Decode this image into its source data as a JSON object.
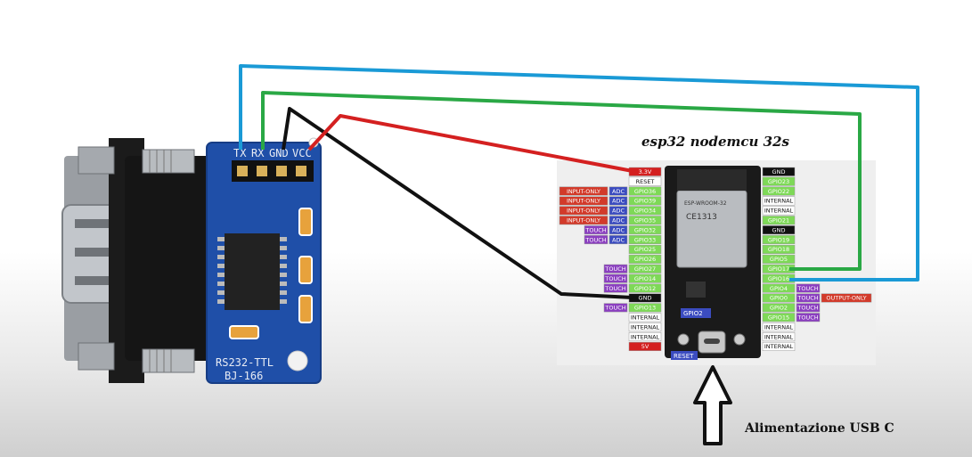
{
  "title": "esp32 nodemcu 32s",
  "power_label": "Alimentazione USB C",
  "rs232_module": {
    "header_pins": [
      "TX",
      "RX",
      "GND",
      "VCC"
    ],
    "silkscreen": [
      "RS232-TTL",
      "BJ-166"
    ]
  },
  "esp32": {
    "module_text": "ESP-WROOM-32",
    "cert_text": "CE1313",
    "board_labels": [
      "GPIO2",
      "RESET"
    ],
    "left_pins": [
      {
        "name": "3.3V",
        "tags": []
      },
      {
        "name": "RESET",
        "tags": []
      },
      {
        "name": "GPIO36",
        "tags": [
          "ADC",
          "INPUT-ONLY"
        ]
      },
      {
        "name": "GPIO39",
        "tags": [
          "ADC",
          "INPUT-ONLY"
        ]
      },
      {
        "name": "GPIO34",
        "tags": [
          "ADC",
          "INPUT-ONLY"
        ]
      },
      {
        "name": "GPIO35",
        "tags": [
          "ADC",
          "INPUT-ONLY"
        ]
      },
      {
        "name": "GPIO32",
        "tags": [
          "ADC",
          "TOUCH"
        ]
      },
      {
        "name": "GPIO33",
        "tags": [
          "ADC",
          "TOUCH"
        ]
      },
      {
        "name": "GPIO25",
        "tags": []
      },
      {
        "name": "GPIO26",
        "tags": []
      },
      {
        "name": "GPIO27",
        "tags": [
          "TOUCH"
        ]
      },
      {
        "name": "GPIO14",
        "tags": [
          "TOUCH"
        ]
      },
      {
        "name": "GPIO12",
        "tags": [
          "TOUCH"
        ]
      },
      {
        "name": "GND",
        "tags": []
      },
      {
        "name": "GPIO13",
        "tags": [
          "TOUCH"
        ]
      },
      {
        "name": "INTERNAL",
        "tags": []
      },
      {
        "name": "INTERNAL",
        "tags": []
      },
      {
        "name": "INTERNAL",
        "tags": []
      },
      {
        "name": "5V",
        "tags": []
      }
    ],
    "right_pins": [
      {
        "name": "GND",
        "tags": []
      },
      {
        "name": "GPIO23",
        "tags": []
      },
      {
        "name": "GPIO22",
        "tags": []
      },
      {
        "name": "INTERNAL",
        "tags": []
      },
      {
        "name": "INTERNAL",
        "tags": []
      },
      {
        "name": "GPIO21",
        "tags": []
      },
      {
        "name": "GND",
        "tags": []
      },
      {
        "name": "GPIO19",
        "tags": []
      },
      {
        "name": "GPIO18",
        "tags": []
      },
      {
        "name": "GPIO5",
        "tags": []
      },
      {
        "name": "GPIO17",
        "tags": []
      },
      {
        "name": "GPIO16",
        "tags": []
      },
      {
        "name": "GPIO4",
        "tags": [
          "TOUCH"
        ]
      },
      {
        "name": "GPIO0",
        "tags": [
          "TOUCH",
          "OUTPUT-ONLY"
        ]
      },
      {
        "name": "GPIO2",
        "tags": [
          "TOUCH"
        ]
      },
      {
        "name": "GPIO15",
        "tags": [
          "TOUCH"
        ]
      },
      {
        "name": "INTERNAL",
        "tags": []
      },
      {
        "name": "INTERNAL",
        "tags": []
      },
      {
        "name": "INTERNAL",
        "tags": []
      }
    ]
  },
  "wires": [
    {
      "from": "TX",
      "to": "GPIO16",
      "color": "#1a9ad6"
    },
    {
      "from": "RX",
      "to": "GPIO17",
      "color": "#2aa845"
    },
    {
      "from": "GND",
      "to": "GND",
      "color": "#111111"
    },
    {
      "from": "VCC",
      "to": "3.3V",
      "color": "#d42020"
    }
  ],
  "colors": {
    "board_blue": "#1f4fa8",
    "pin_green": "#7ed957",
    "pin_black": "#111111",
    "pin_white": "#ffffff",
    "tag_adc": "#3b4cc0",
    "tag_touch": "#8b3fc0",
    "tag_warn": "#d23a2a"
  }
}
